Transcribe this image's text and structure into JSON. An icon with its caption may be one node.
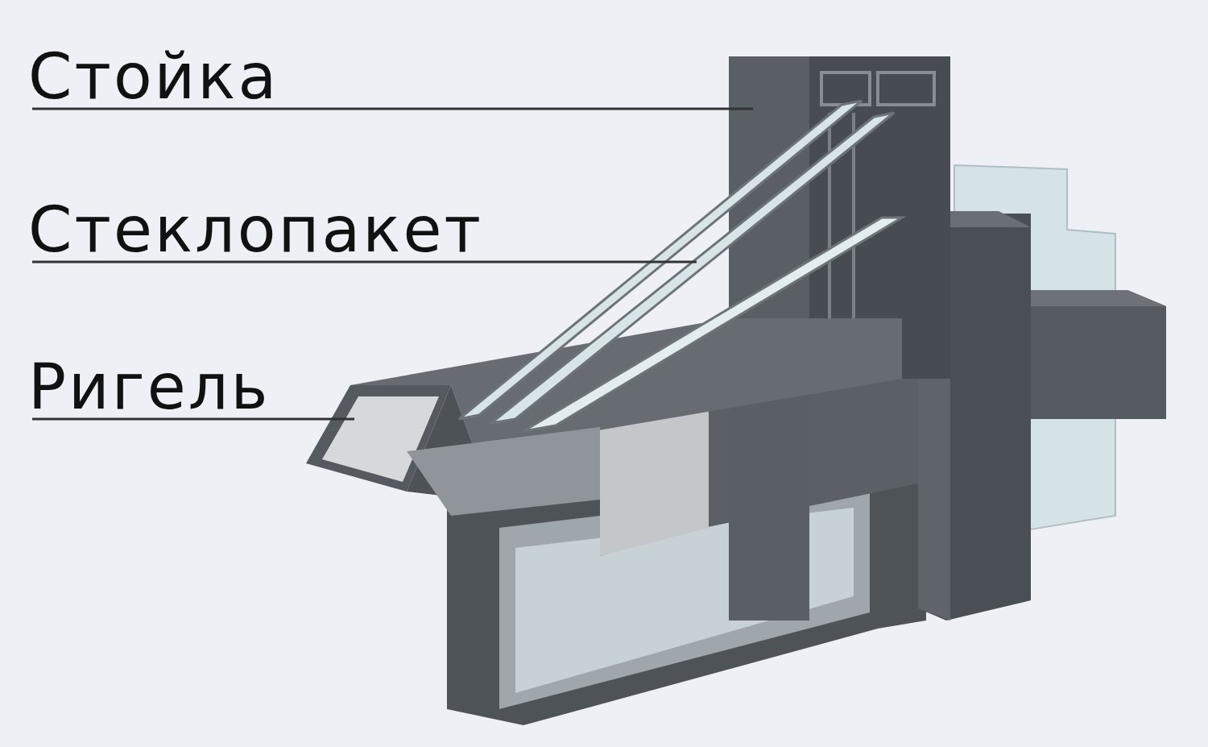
{
  "diagram": {
    "nodes": [
      {
        "text": [
          "Стойка"
        ]
      },
      {
        "text": [],
        "shape": "picture"
      },
      {
        "text": [
          "Стеклопакет"
        ]
      },
      {
        "text": [],
        "shape": "picture"
      },
      {
        "text": [
          "Ригель"
        ]
      },
      {
        "text": [],
        "shape": "picture"
      }
    ],
    "edges": [
      {
        "from": 0,
        "to": 1,
        "arrow": "none"
      },
      {
        "from": 2,
        "to": 3,
        "arrow": "none"
      },
      {
        "from": 4,
        "to": 5,
        "arrow": "none"
      }
    ]
  }
}
